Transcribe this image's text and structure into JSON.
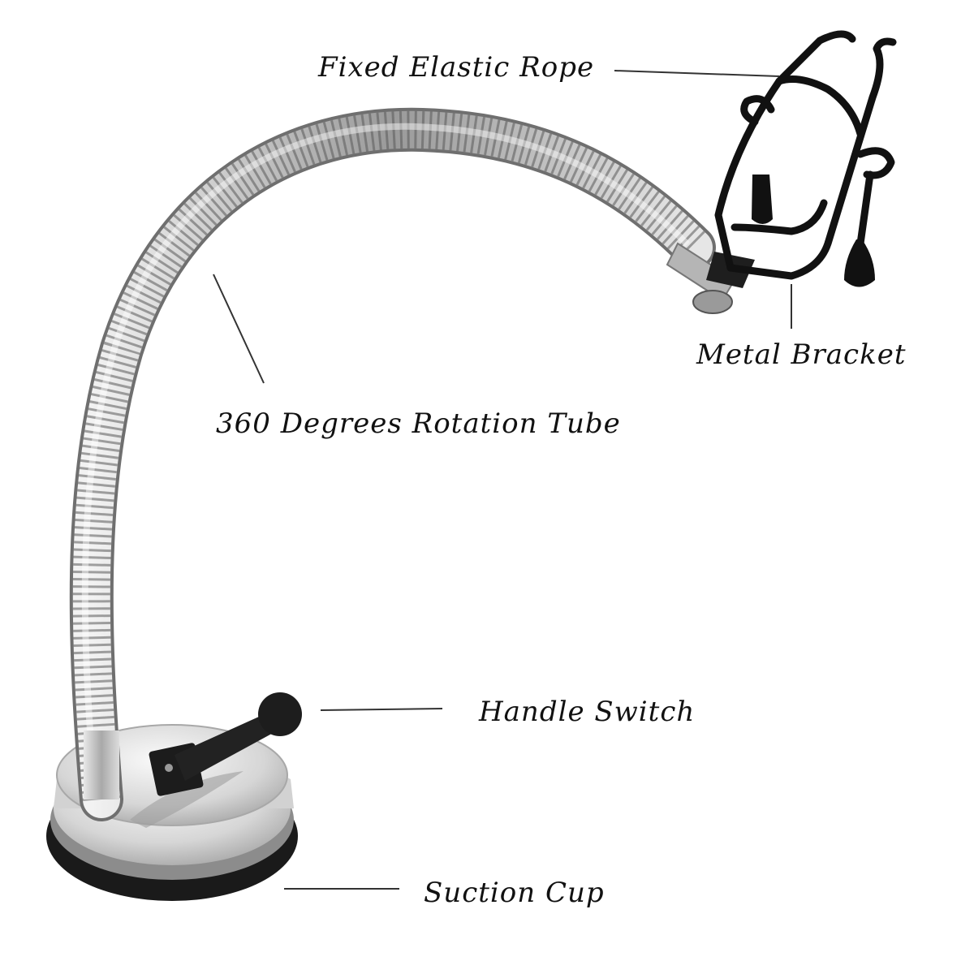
{
  "labels": {
    "rope": "Fixed Elastic Rope",
    "bracket": "Metal Bracket",
    "tube": "360 Degrees Rotation Tube",
    "handle": "Handle Switch",
    "suction": "Suction Cup"
  },
  "colors": {
    "metal": "#c9c9c9",
    "metal_dark": "#7d7d7d",
    "bracket": "#111111",
    "leader": "#333333",
    "text": "#111111"
  }
}
